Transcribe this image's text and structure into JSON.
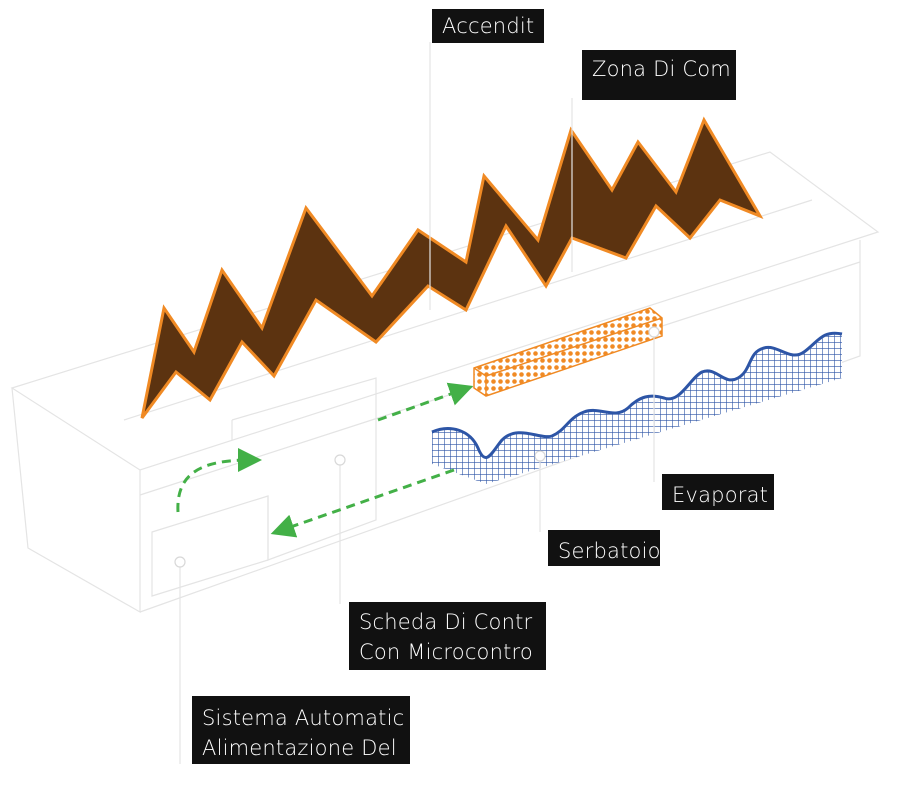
{
  "labels": {
    "accenditore": "Accendit",
    "zona_combustione": "Zona Di Com",
    "evaporatore": "Evaporat",
    "serbatoio": "Serbatoio",
    "scheda_line1": "Scheda Di Contr",
    "scheda_line2": "Con Microcontro",
    "sistema_line1": "Sistema Automatic",
    "sistema_line2": "Alimentazione Del"
  },
  "colors": {
    "flame_fill": "#5c3310",
    "flame_stroke": "#f08a24",
    "evaporator": "#f08a24",
    "tank": "#2d55a6",
    "arrows": "#43b047",
    "label_bg": "#111111",
    "label_text": "#ffffff",
    "outline": "#e4e4e4"
  }
}
